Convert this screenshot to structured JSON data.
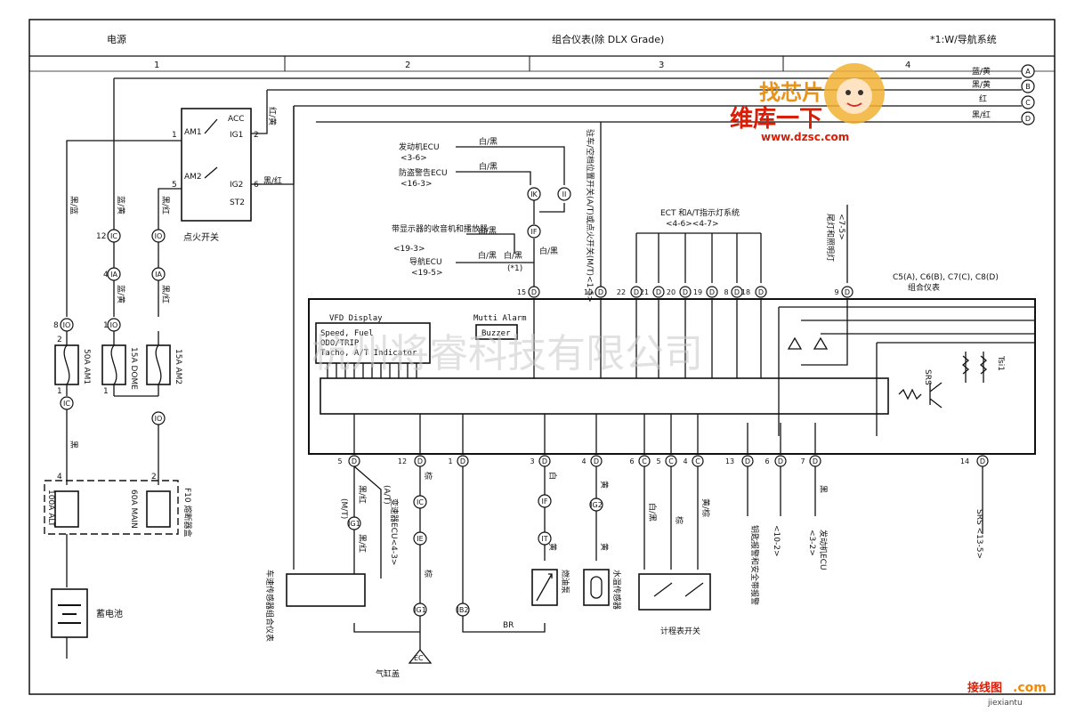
{
  "header": {
    "left_title": "电源",
    "center_title": "组合仪表(除 DLX Grade)",
    "right_note": "*1:W/导航系统",
    "zones": [
      "1",
      "2",
      "3",
      "4"
    ]
  },
  "legend_wires": [
    {
      "color": "蓝/黄",
      "letter": "A"
    },
    {
      "color": "黑/黄",
      "letter": "B"
    },
    {
      "color": "红",
      "letter": "C"
    },
    {
      "color": "黑/红",
      "letter": "D"
    }
  ],
  "ignition_switch": {
    "label": "点火开关",
    "terminals": [
      "ACC",
      "AM1",
      "IG1",
      "AM2",
      "IG2",
      "ST2"
    ],
    "pins": [
      "1",
      "2",
      "5",
      "6"
    ],
    "wire_labels": [
      "红/黄",
      "黑/红"
    ]
  },
  "power_left": {
    "wire_labels": [
      "黑/蓝",
      "蓝/黄",
      "黑/红",
      "蓝/黄",
      "黑/红",
      "黑"
    ],
    "connectors": [
      "IO",
      "IC",
      "IO",
      "IA",
      "IA",
      "IO",
      "IC",
      "IO"
    ],
    "fuses": [
      "50A AM1",
      "15A DOME",
      "15A AM2"
    ],
    "fusible_box": {
      "label": "F10 熔断器盒",
      "fuses": [
        "100A ALT",
        "60A MAIN"
      ]
    },
    "battery": "蓄电池",
    "pins": [
      "8",
      "12",
      "4",
      "1",
      "2",
      "1",
      "1",
      "4",
      "2"
    ]
  },
  "top_inputs": [
    {
      "label": "发动机ECU",
      "ref": "<3-6>"
    },
    {
      "label": "防盗警告ECU",
      "ref": "<16-3>"
    },
    {
      "label": "带显示器的收音机和播放器",
      "ref": "<19-3>"
    },
    {
      "label": "导航ECU",
      "ref": "<19-5>"
    }
  ],
  "top_wire_labels": [
    "白/黑",
    "白/黑",
    "白/黑",
    "白/黑",
    "白/黑",
    "白/黑",
    "黑"
  ],
  "top_connectors": [
    "IK",
    "II",
    "IF"
  ],
  "asterisk": "(*1)",
  "vertical_note": "驻车/空档位置开关(A/T)或点火开关(M/T)<1-5>",
  "ect_label": "ECT 和A/T指示灯系统",
  "ect_ref": "<4-6><4-7>",
  "tail_light_label": "尾灯和照明灯",
  "tail_light_ref": "<7-5>",
  "cluster": {
    "title": "组合仪表",
    "codes": "C5(A), C6(B), C7(C), C8(D)",
    "vfd_title": "VFD Display",
    "vfd_lines": [
      "Speed, Fuel",
      "ODO/TRIP",
      "Tacho, A/T Indicator"
    ],
    "alarm_title": "Mutti Alarm",
    "buzzer": "Buzzer",
    "srs_label": "SRS",
    "tsi_label": "Tsi1"
  },
  "top_pins": [
    "15",
    "10",
    "22",
    "21",
    "20",
    "19",
    "8",
    "18",
    "9"
  ],
  "bottom_pins": [
    "5",
    "12",
    "1",
    "3",
    "4",
    "6",
    "5",
    "4",
    "13",
    "6",
    "7",
    "14"
  ],
  "bottom_pin_letters": [
    "D",
    "D",
    "D",
    "D",
    "D",
    "C",
    "C",
    "C",
    "D",
    "D",
    "D",
    "D"
  ],
  "bottom_wire_labels": [
    "黑/红",
    "黑/红",
    "(M/T)",
    "(A/T)",
    "棕",
    "棕",
    "白",
    "黄",
    "白/黑",
    "棕",
    "黄/棕",
    "黄",
    "黄",
    "黑"
  ],
  "bottom_connectors": [
    "IG1",
    "IC",
    "IE",
    "IG1",
    "IB2",
    "IF",
    "IT",
    "IG2"
  ],
  "components": {
    "speed_sensor": "车速传感器组合仪表",
    "transmission_ecu": "变速器ECU<4-3>",
    "fuel_pump": "燃油泵",
    "water_temp": "水温传感器",
    "odo_switch": "计程表开关",
    "seatbelt": "钥匙报警和安全带报警",
    "seatbelt_ref": "<10-2>",
    "engine_ecu": "发动机ECU",
    "engine_ecu_ref": "<3-2>",
    "srs_ref": "SRS <13-5>",
    "ground": "EC",
    "ground_label": "气缸盖",
    "br": "BR"
  },
  "watermark": "杭州将睿科技有限公司",
  "logo_top": "找芯片",
  "logo_mid": "维库一下",
  "logo_url": "www.dzsc.com",
  "footer_logo": "接线图",
  "footer_url": "jiexiantu"
}
